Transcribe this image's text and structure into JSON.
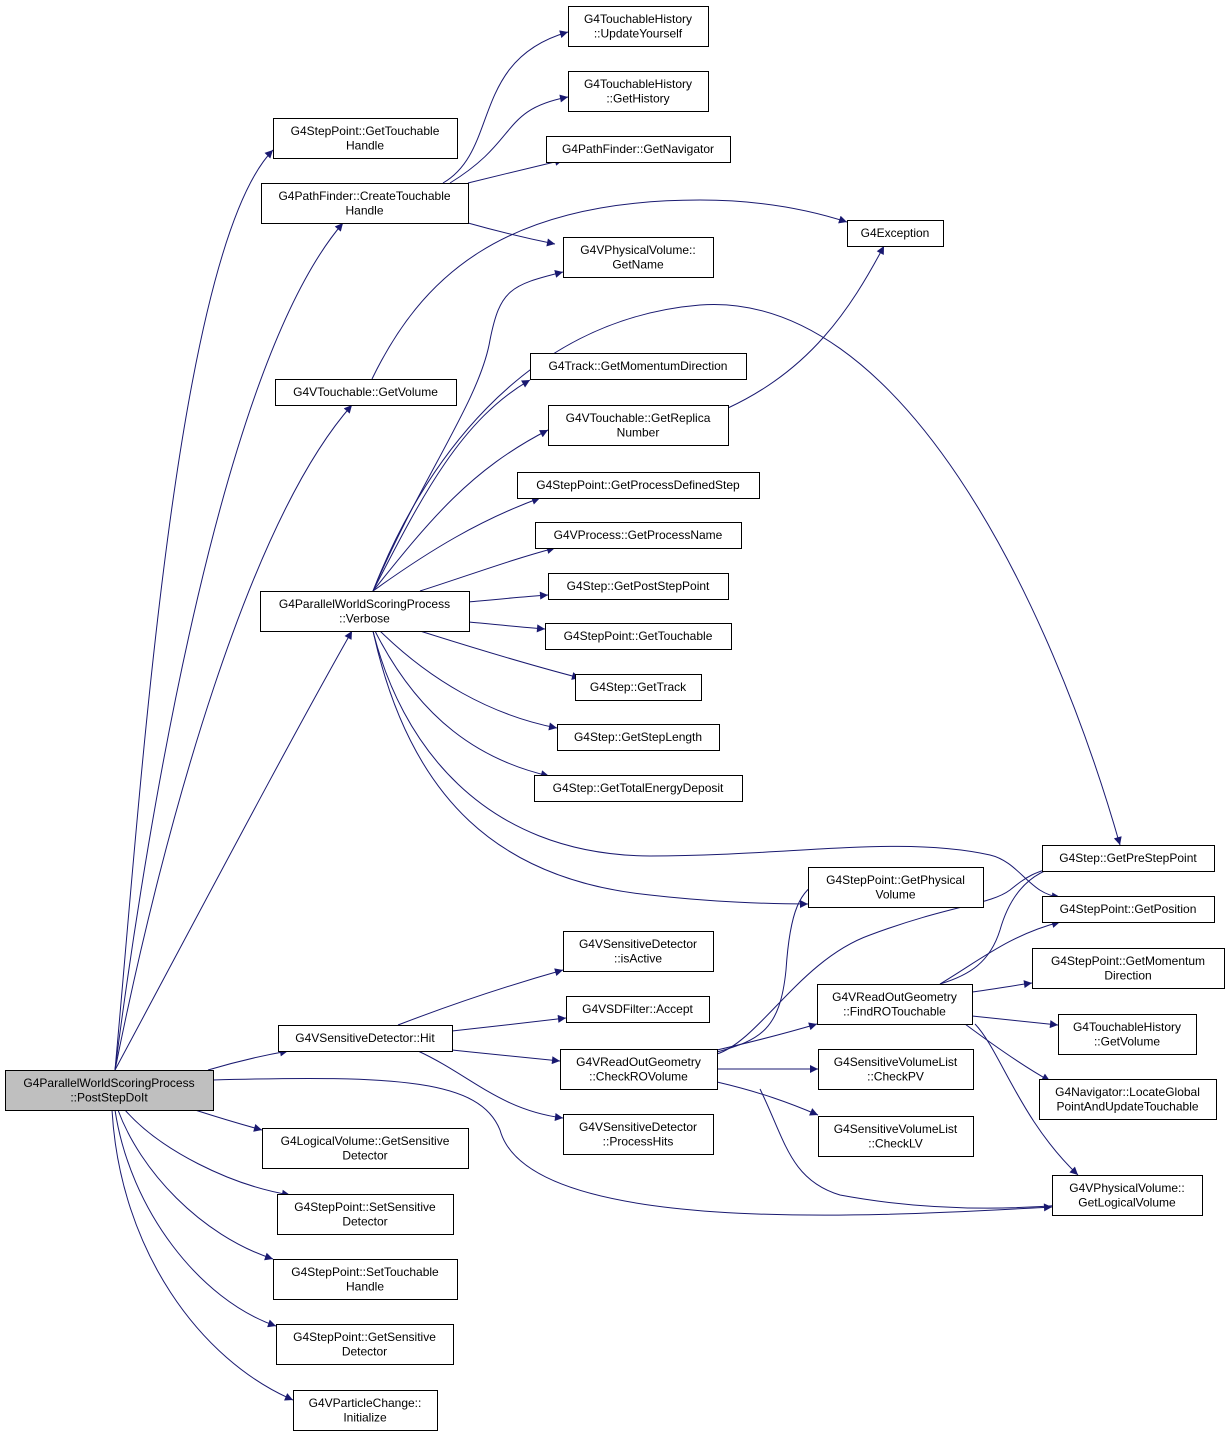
{
  "colors": {
    "edge": "#191970",
    "root_fill": "#bfbfbf",
    "node_fill": "#ffffff",
    "border": "#000000"
  },
  "nodes": {
    "root": [
      "G4ParallelWorldScoringProcess",
      "::PostStepDoIt"
    ],
    "sp_gettouchablehandle": [
      "G4StepPoint::GetTouchable",
      "Handle"
    ],
    "pf_createtouchablehandle": [
      "G4PathFinder::CreateTouchable",
      "Handle"
    ],
    "th_updateyourself": [
      "G4TouchableHistory",
      "::UpdateYourself"
    ],
    "th_gethistory": [
      "G4TouchableHistory",
      "::GetHistory"
    ],
    "pf_getnavigator": [
      "G4PathFinder::GetNavigator"
    ],
    "pv_getname": [
      "G4VPhysicalVolume::",
      "GetName"
    ],
    "g4exception": [
      "G4Exception"
    ],
    "vt_getvolume": [
      "G4VTouchable::GetVolume"
    ],
    "tr_getmomentumdirection": [
      "G4Track::GetMomentumDirection"
    ],
    "vt_getreplicanumber": [
      "G4VTouchable::GetReplica",
      "Number"
    ],
    "sp_getprocessdefinedstep": [
      "G4StepPoint::GetProcessDefinedStep"
    ],
    "vp_getprocessname": [
      "G4VProcess::GetProcessName"
    ],
    "pw_verbose": [
      "G4ParallelWorldScoringProcess",
      "::Verbose"
    ],
    "st_getpoststeppoint": [
      "G4Step::GetPostStepPoint"
    ],
    "sp_gettouchable": [
      "G4StepPoint::GetTouchable"
    ],
    "st_gettrack": [
      "G4Step::GetTrack"
    ],
    "st_getsteplength": [
      "G4Step::GetStepLength"
    ],
    "st_gettotalenergydeposit": [
      "G4Step::GetTotalEnergyDeposit"
    ],
    "st_getpresteppoint": [
      "G4Step::GetPreStepPoint"
    ],
    "sp_getphysicalvolume": [
      "G4StepPoint::GetPhysical",
      "Volume"
    ],
    "sp_getposition": [
      "G4StepPoint::GetPosition"
    ],
    "sd_isactive": [
      "G4VSensitiveDetector",
      "::isActive"
    ],
    "sp_getmomentumdirection": [
      "G4StepPoint::GetMomentum",
      "Direction"
    ],
    "sdf_accept": [
      "G4VSDFilter::Accept"
    ],
    "rog_findrotouchable": [
      "G4VReadOutGeometry",
      "::FindROTouchable"
    ],
    "sd_hit": [
      "G4VSensitiveDetector::Hit"
    ],
    "th_getvolume": [
      "G4TouchableHistory",
      "::GetVolume"
    ],
    "rog_checkrovolume": [
      "G4VReadOutGeometry",
      "::CheckROVolume"
    ],
    "svl_checkpv": [
      "G4SensitiveVolumeList",
      "::CheckPV"
    ],
    "nav_locateglobal": [
      "G4Navigator::LocateGlobal",
      "PointAndUpdateTouchable"
    ],
    "sd_processhits": [
      "G4VSensitiveDetector",
      "::ProcessHits"
    ],
    "svl_checklv": [
      "G4SensitiveVolumeList",
      "::CheckLV"
    ],
    "lv_getsensitivedetector": [
      "G4LogicalVolume::GetSensitive",
      "Detector"
    ],
    "pv_getlogicalvolume": [
      "G4VPhysicalVolume::",
      "GetLogicalVolume"
    ],
    "sp_setsensitivedetector": [
      "G4StepPoint::SetSensitive",
      "Detector"
    ],
    "sp_settouchablehandle": [
      "G4StepPoint::SetTouchable",
      "Handle"
    ],
    "sp_getsensitivedetector": [
      "G4StepPoint::GetSensitive",
      "Detector"
    ],
    "pc_initialize": [
      "G4VParticleChange::",
      "Initialize"
    ]
  },
  "edges": [
    [
      "root",
      "sp_gettouchablehandle"
    ],
    [
      "root",
      "pf_createtouchablehandle"
    ],
    [
      "root",
      "vt_getvolume"
    ],
    [
      "root",
      "pw_verbose"
    ],
    [
      "root",
      "sd_hit"
    ],
    [
      "root",
      "pv_getlogicalvolume"
    ],
    [
      "root",
      "lv_getsensitivedetector"
    ],
    [
      "root",
      "sp_setsensitivedetector"
    ],
    [
      "root",
      "sp_settouchablehandle"
    ],
    [
      "root",
      "sp_getsensitivedetector"
    ],
    [
      "root",
      "pc_initialize"
    ],
    [
      "pf_createtouchablehandle",
      "th_updateyourself"
    ],
    [
      "pf_createtouchablehandle",
      "th_gethistory"
    ],
    [
      "pf_createtouchablehandle",
      "pf_getnavigator"
    ],
    [
      "pf_createtouchablehandle",
      "pv_getname"
    ],
    [
      "vt_getvolume",
      "g4exception"
    ],
    [
      "vt_getreplicanumber",
      "g4exception"
    ],
    [
      "pw_verbose",
      "pv_getname"
    ],
    [
      "pw_verbose",
      "st_getpresteppoint"
    ],
    [
      "pw_verbose",
      "tr_getmomentumdirection"
    ],
    [
      "pw_verbose",
      "vt_getreplicanumber"
    ],
    [
      "pw_verbose",
      "sp_getprocessdefinedstep"
    ],
    [
      "pw_verbose",
      "vp_getprocessname"
    ],
    [
      "pw_verbose",
      "st_getpoststeppoint"
    ],
    [
      "pw_verbose",
      "sp_gettouchable"
    ],
    [
      "pw_verbose",
      "st_gettrack"
    ],
    [
      "pw_verbose",
      "st_getsteplength"
    ],
    [
      "pw_verbose",
      "st_gettotalenergydeposit"
    ],
    [
      "pw_verbose",
      "sp_getposition"
    ],
    [
      "pw_verbose",
      "sp_getphysicalvolume"
    ],
    [
      "sd_hit",
      "sd_isactive"
    ],
    [
      "sd_hit",
      "sdf_accept"
    ],
    [
      "sd_hit",
      "rog_checkrovolume"
    ],
    [
      "sd_hit",
      "sd_processhits"
    ],
    [
      "rog_checkrovolume",
      "sp_getphysicalvolume"
    ],
    [
      "rog_checkrovolume",
      "st_getpresteppoint"
    ],
    [
      "rog_checkrovolume",
      "rog_findrotouchable"
    ],
    [
      "rog_checkrovolume",
      "svl_checkpv"
    ],
    [
      "rog_checkrovolume",
      "svl_checklv"
    ],
    [
      "rog_checkrovolume",
      "pv_getlogicalvolume"
    ],
    [
      "rog_findrotouchable",
      "st_getpresteppoint"
    ],
    [
      "rog_findrotouchable",
      "sp_getposition"
    ],
    [
      "rog_findrotouchable",
      "sp_getmomentumdirection"
    ],
    [
      "rog_findrotouchable",
      "th_getvolume"
    ],
    [
      "rog_findrotouchable",
      "nav_locateglobal"
    ],
    [
      "rog_findrotouchable",
      "pv_getlogicalvolume"
    ]
  ]
}
